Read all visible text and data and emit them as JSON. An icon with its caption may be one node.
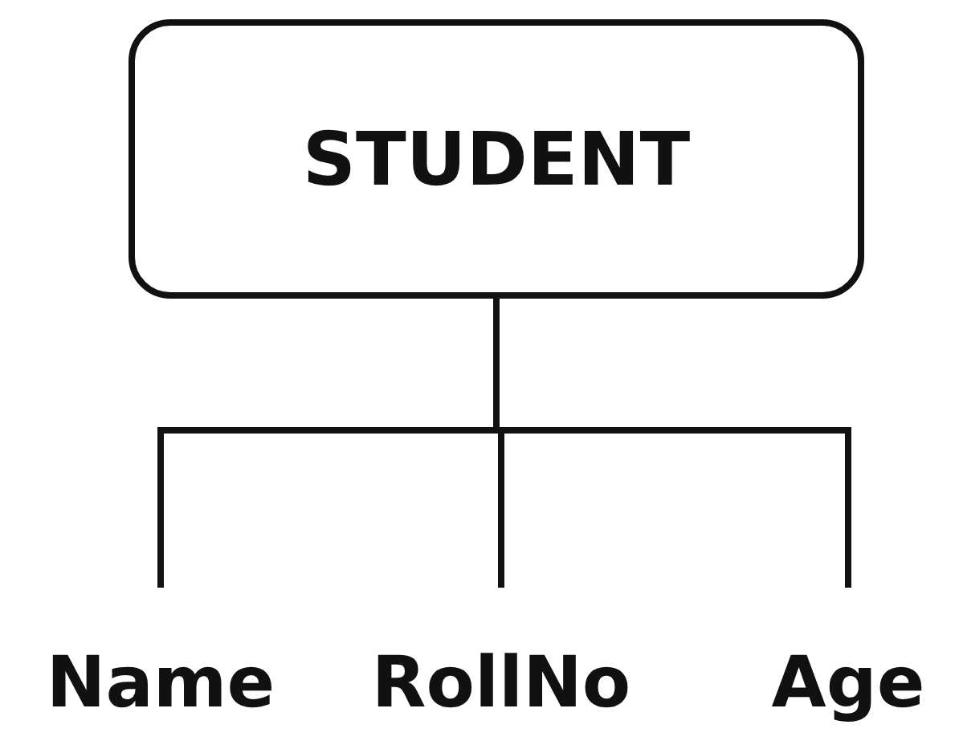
{
  "diagram": {
    "nodes": [
      {
        "text": [
          "STUDENT"
        ]
      },
      {
        "text": [
          "Name"
        ]
      },
      {
        "text": [
          "RollNo"
        ]
      },
      {
        "text": [
          "Age"
        ]
      }
    ],
    "edges": [
      {
        "from": 0,
        "to": 1,
        "arrow": "none"
      },
      {
        "from": 0,
        "to": 2,
        "arrow": "none"
      },
      {
        "from": 0,
        "to": 3,
        "arrow": "none"
      }
    ]
  }
}
